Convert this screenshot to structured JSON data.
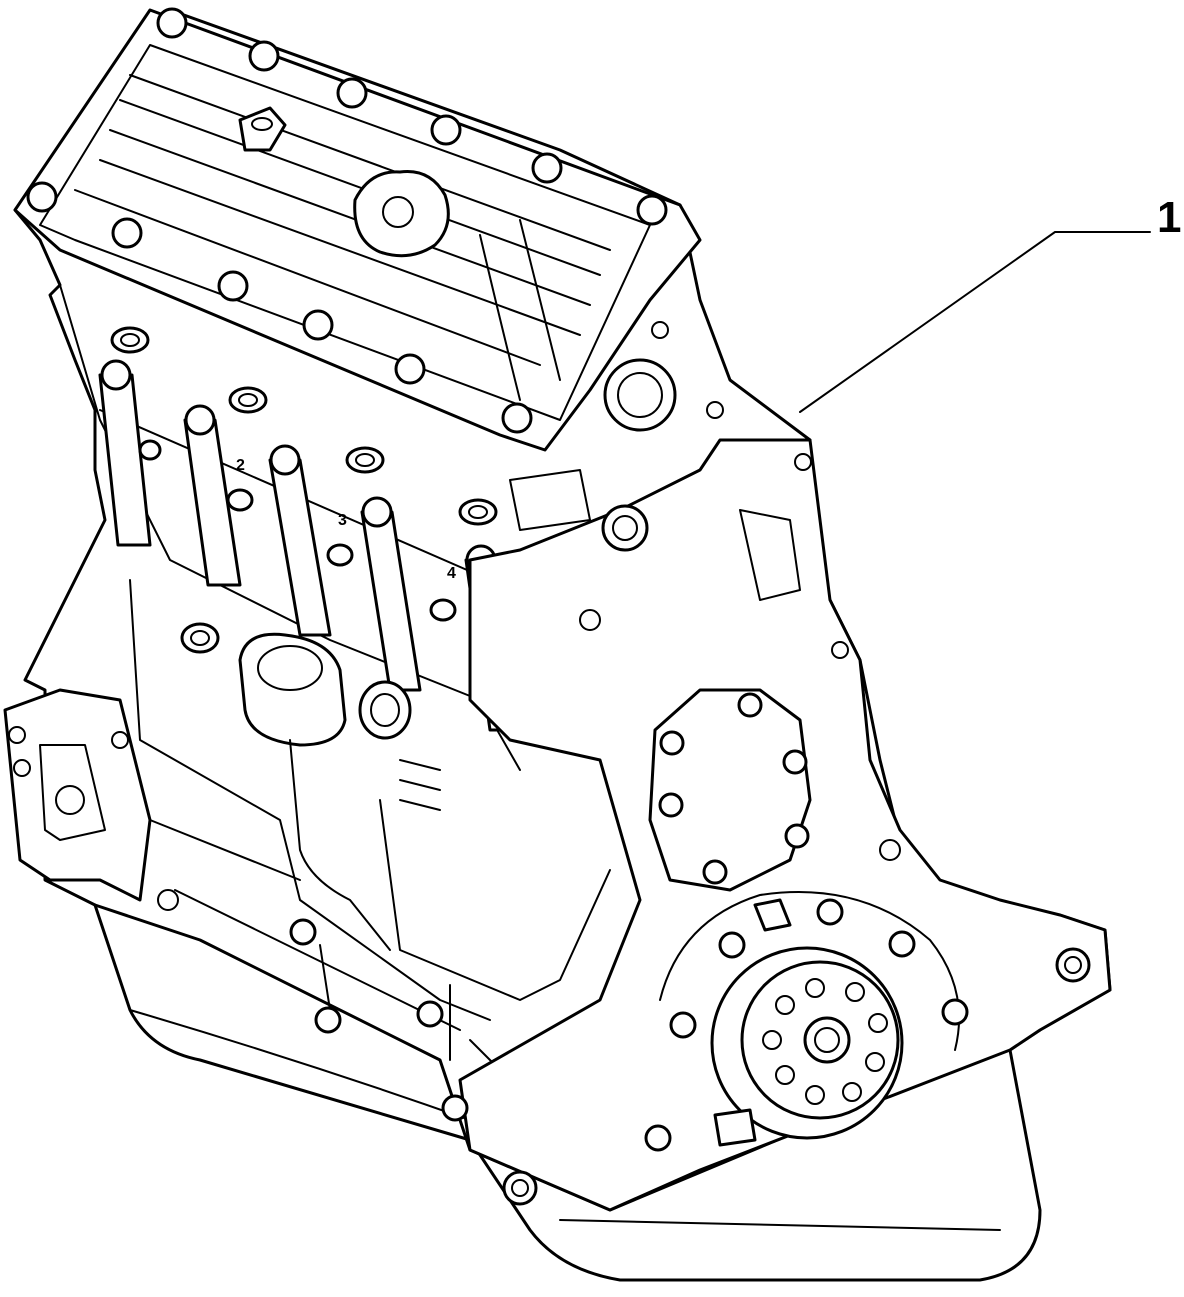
{
  "diagram": {
    "callouts": [
      {
        "label": "1"
      }
    ],
    "cylinder_labels": [
      "2",
      "3",
      "4"
    ],
    "icons": {
      "engine": "engine-block-illustration"
    }
  }
}
